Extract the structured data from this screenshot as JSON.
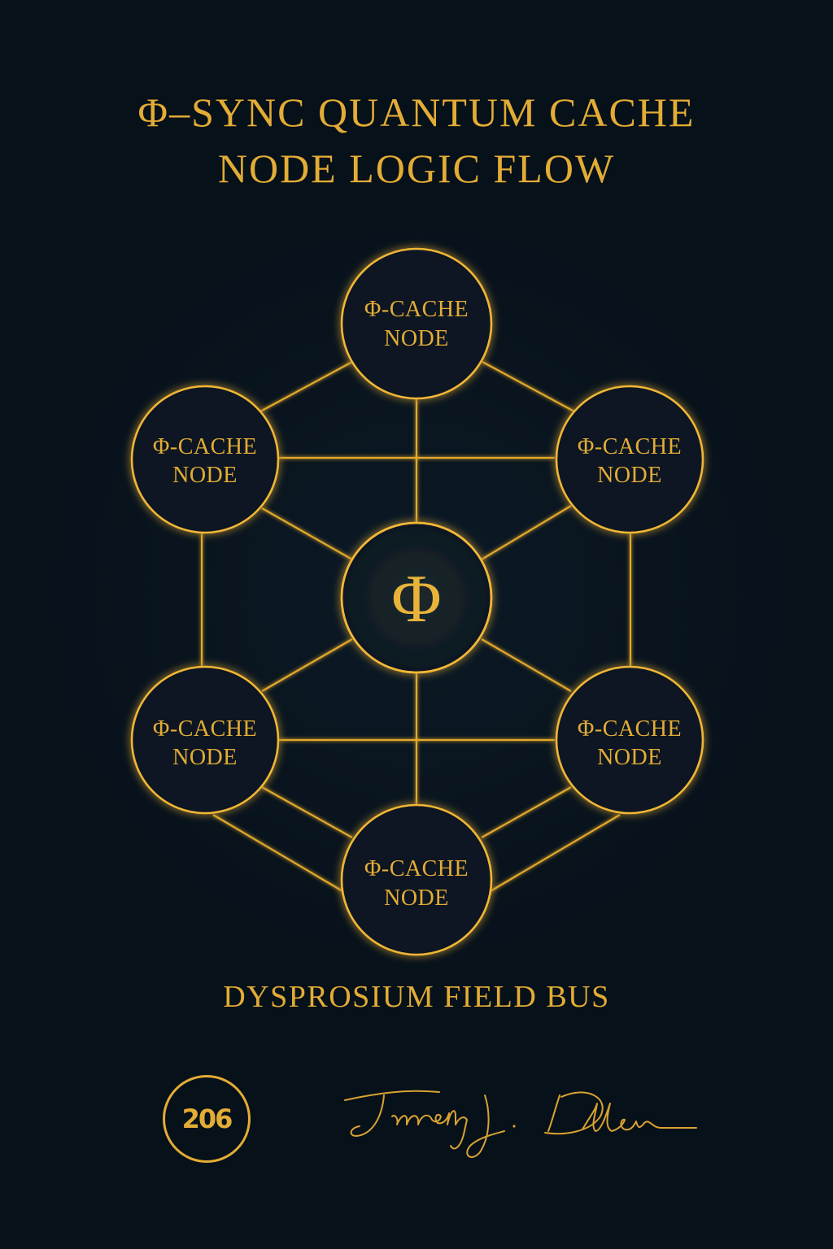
{
  "title": {
    "line1": "Φ–SYNC QUANTUM CACHE",
    "line2": "NODE LOGIC FLOW"
  },
  "center_node": {
    "symbol": "Φ"
  },
  "nodes": [
    {
      "id": "top",
      "line1": "Φ-CACHE",
      "line2": "NODE"
    },
    {
      "id": "upper-left",
      "line1": "Φ-CACHE",
      "line2": "NODE"
    },
    {
      "id": "upper-right",
      "line1": "Φ-CACHE",
      "line2": "NODE"
    },
    {
      "id": "lower-left",
      "line1": "Φ-CACHE",
      "line2": "NODE"
    },
    {
      "id": "lower-right",
      "line1": "Φ-CACHE",
      "line2": "NODE"
    },
    {
      "id": "bottom",
      "line1": "Φ-CACHE",
      "line2": "NODE"
    }
  ],
  "bus_label": "DYSPROSIUM FIELD BUS",
  "badge": {
    "text": "206"
  },
  "signature": {
    "text": "Timothy J. Dillon"
  },
  "colors": {
    "background": "#08131d",
    "gold": "#e3ac35"
  }
}
